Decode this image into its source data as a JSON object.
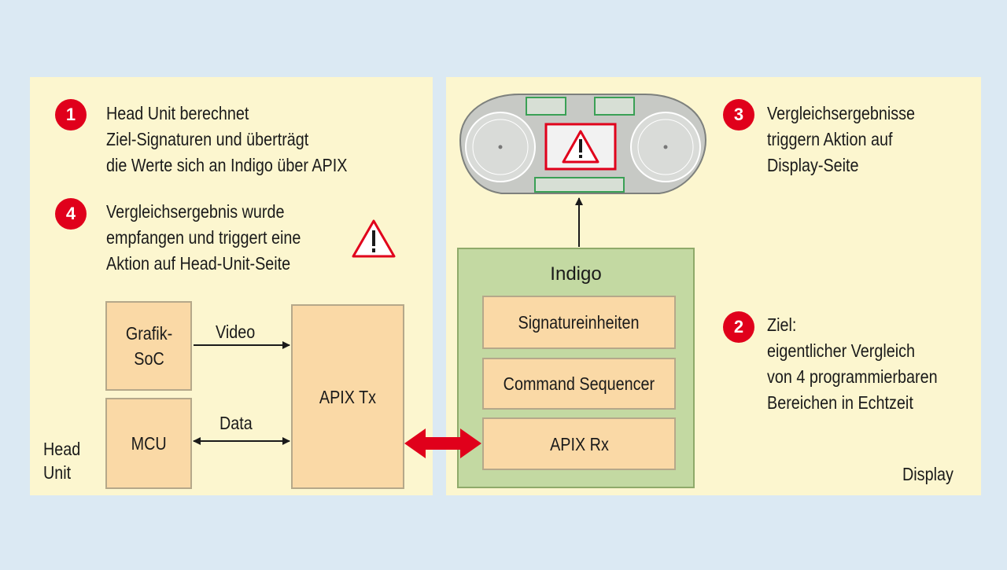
{
  "steps": [
    {
      "number": "1",
      "lines": [
        "Head Unit berechnet",
        "Ziel-Signaturen und überträgt",
        "die Werte sich an Indigo über APIX"
      ]
    },
    {
      "number": "4",
      "lines": [
        "Vergleichsergebnis wurde",
        "empfangen und triggert eine",
        "Aktion auf Head-Unit-Seite"
      ]
    },
    {
      "number": "3",
      "lines": [
        "Vergleichsergebnisse",
        "triggern Aktion auf",
        "Display-Seite"
      ]
    },
    {
      "number": "2",
      "lines": [
        "Ziel:",
        "eigentlicher Vergleich",
        "von 4 programmierbaren",
        "Bereichen in Echtzeit"
      ]
    }
  ],
  "head_unit": {
    "grafik_soc": [
      "Grafik-",
      "SoC"
    ],
    "mcu": "MCU",
    "apix_tx": "APIX Tx",
    "video_label": "Video",
    "data_label": "Data",
    "title": [
      "Head",
      "Unit"
    ]
  },
  "display": {
    "title": "Display",
    "indigo": {
      "title": "Indigo",
      "units": [
        "Signatureinheiten",
        "Command Sequencer",
        "APIX Rx"
      ]
    }
  },
  "colors": {
    "badge": "#e0001b",
    "link_arrow": "#e0001b",
    "panel": "#fcf6cf",
    "box": "#fad9a6",
    "indigo": "#c3d9a2",
    "cluster_body": "#c7c9c5",
    "cluster_widget_border": "#3aa055"
  }
}
